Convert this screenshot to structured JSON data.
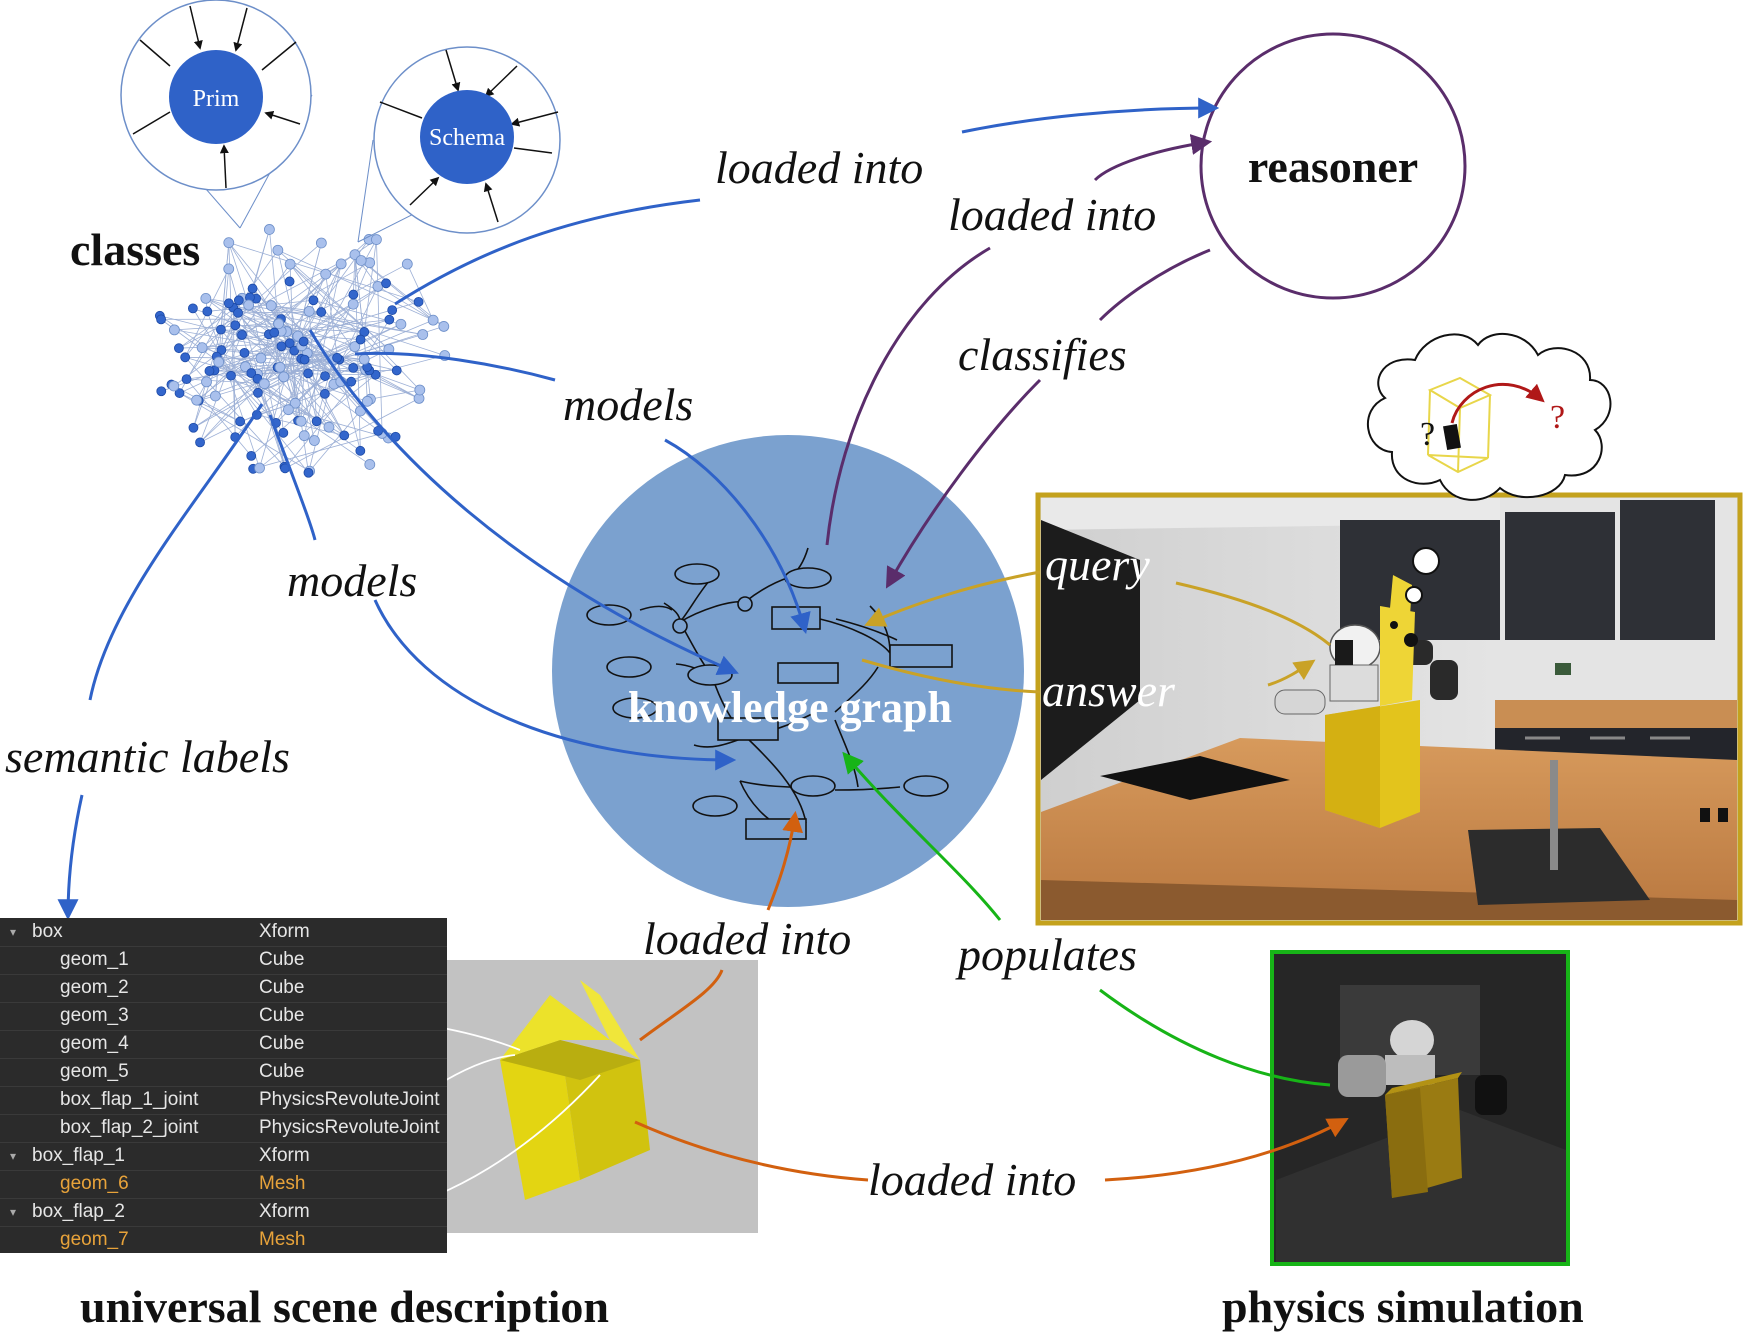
{
  "diagram": {
    "titles": {
      "classes": "classes",
      "reasoner": "reasoner",
      "knowledge_graph": "knowledge graph",
      "usd": "universal scene description",
      "physics": "physics simulation"
    },
    "zoom_nodes": {
      "prim": "Prim",
      "schema": "Schema"
    },
    "edge_labels": {
      "loaded_into_top": "loaded into",
      "loaded_into_kg_reasoner": "loaded into",
      "classifies": "classifies",
      "models_upper": "models",
      "models_lower": "models",
      "semantic_labels": "semantic labels",
      "query": "query",
      "answer": "answer",
      "populates": "populates",
      "loaded_into_usd_kg": "loaded into",
      "loaded_into_usd_physics": "loaded into"
    },
    "thought": {
      "q_left": "?",
      "q_right": "?"
    },
    "colors": {
      "blue": "#2f62c8",
      "purple": "#5a2d6b",
      "gold": "#c9a227",
      "green": "#17b417",
      "orange": "#d2600f",
      "kg_fill": "#7ba1cf",
      "node_blue": "#3366cc"
    }
  },
  "usd_tree": {
    "rows": [
      {
        "name": "box",
        "type": "Xform",
        "expandable": true,
        "indent": 0,
        "highlight": false
      },
      {
        "name": "geom_1",
        "type": "Cube",
        "expandable": false,
        "indent": 1,
        "highlight": false
      },
      {
        "name": "geom_2",
        "type": "Cube",
        "expandable": false,
        "indent": 1,
        "highlight": false
      },
      {
        "name": "geom_3",
        "type": "Cube",
        "expandable": false,
        "indent": 1,
        "highlight": false
      },
      {
        "name": "geom_4",
        "type": "Cube",
        "expandable": false,
        "indent": 1,
        "highlight": false
      },
      {
        "name": "geom_5",
        "type": "Cube",
        "expandable": false,
        "indent": 1,
        "highlight": false
      },
      {
        "name": "box_flap_1_joint",
        "type": "PhysicsRevoluteJoint",
        "expandable": false,
        "indent": 1,
        "highlight": false
      },
      {
        "name": "box_flap_2_joint",
        "type": "PhysicsRevoluteJoint",
        "expandable": false,
        "indent": 1,
        "highlight": false
      },
      {
        "name": "box_flap_1",
        "type": "Xform",
        "expandable": true,
        "indent": 0,
        "highlight": false
      },
      {
        "name": "geom_6",
        "type": "Mesh",
        "expandable": false,
        "indent": 1,
        "highlight": true
      },
      {
        "name": "box_flap_2",
        "type": "Xform",
        "expandable": true,
        "indent": 0,
        "highlight": false
      },
      {
        "name": "geom_7",
        "type": "Mesh",
        "expandable": false,
        "indent": 1,
        "highlight": true
      }
    ]
  }
}
